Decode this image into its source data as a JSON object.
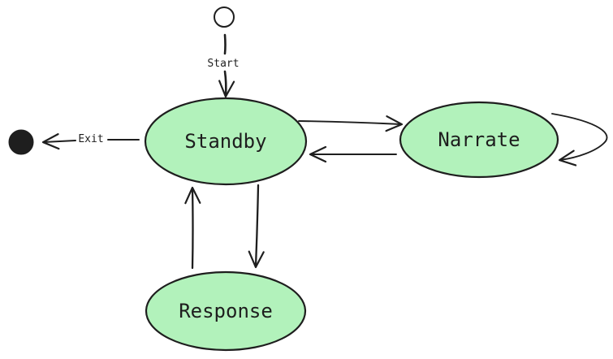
{
  "diagram": {
    "type": "state-machine",
    "colors": {
      "state_fill": "#b2f2bb",
      "stroke": "#1e1e1e",
      "terminal_fill": "#1e1e1e"
    },
    "states": {
      "standby": "Standby",
      "narrate": "Narrate",
      "response": "Response"
    },
    "edge_labels": {
      "start": "Start",
      "exit": "Exit"
    }
  }
}
